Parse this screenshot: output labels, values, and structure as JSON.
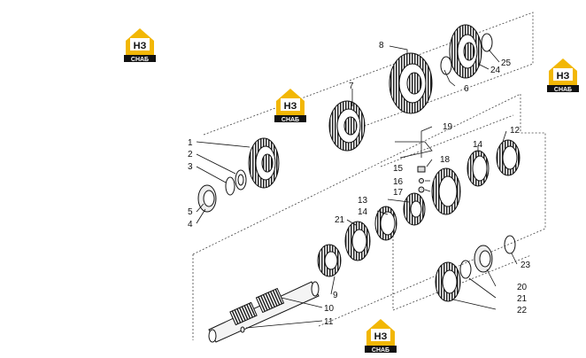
{
  "logo": {
    "mark": "НЗ",
    "caption": "СНАБ",
    "accent": "#f2b705",
    "dark": "#111111"
  },
  "callouts": [
    "1",
    "2",
    "3",
    "4",
    "5",
    "6",
    "7",
    "8",
    "9",
    "10",
    "11",
    "12",
    "13",
    "14",
    "14",
    "15",
    "16",
    "17",
    "18",
    "19",
    "20",
    "21",
    "21",
    "22",
    "23",
    "24",
    "25"
  ]
}
